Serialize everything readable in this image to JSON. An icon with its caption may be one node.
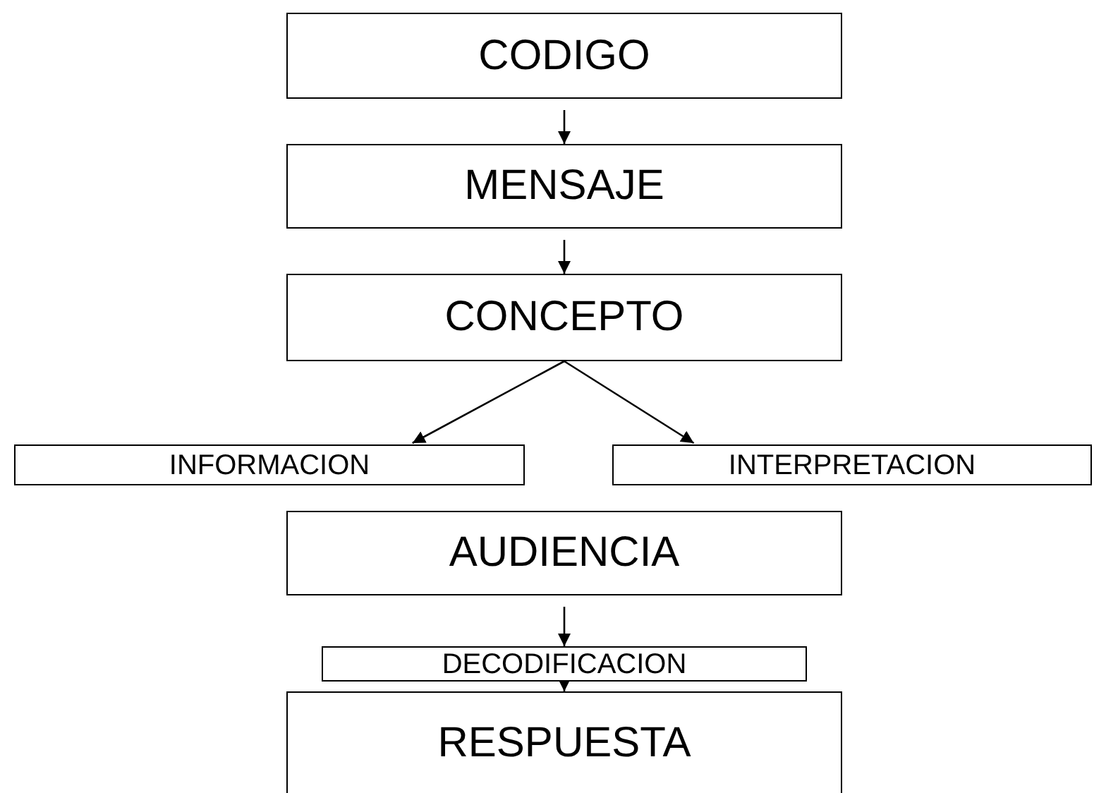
{
  "diagram": {
    "nodes": [
      {
        "text": [
          "CODIGO"
        ]
      },
      {
        "text": [
          "MENSAJE"
        ]
      },
      {
        "text": [
          "CONCEPTO"
        ]
      },
      {
        "text": [
          "INFORMACION"
        ]
      },
      {
        "text": [
          "INTERPRETACION"
        ]
      },
      {
        "text": [
          "AUDIENCIA"
        ]
      },
      {
        "text": [
          "DECODIFICACION"
        ]
      },
      {
        "text": [
          "RESPUESTA"
        ]
      }
    ],
    "edges": [
      {
        "from": 0,
        "to": 1,
        "arrow": "to"
      },
      {
        "from": 1,
        "to": 2,
        "arrow": "to"
      },
      {
        "from": 2,
        "to": 3,
        "arrow": "to"
      },
      {
        "from": 2,
        "to": 4,
        "arrow": "to"
      },
      {
        "from": 5,
        "to": 6,
        "arrow": "to"
      },
      {
        "from": 6,
        "to": 7,
        "arrow": "to"
      }
    ]
  }
}
